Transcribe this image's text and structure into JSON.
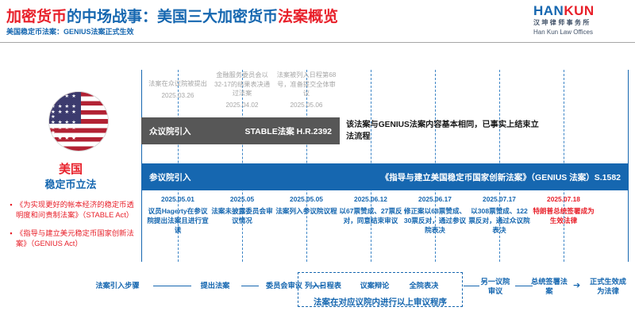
{
  "header": {
    "title_parts": [
      {
        "text": "加密货币",
        "color": "red"
      },
      {
        "text": "的中场战事：美国三大加密货币",
        "color": "blue"
      },
      {
        "text": "法案概览",
        "color": "red"
      }
    ],
    "title_red_1": "加密货币",
    "title_blue_1": "的中场战事：美国三大加密货币",
    "title_red_2": "法案概览",
    "subtitle": "美国稳定币法案：GENIUS法案正式生效",
    "logo": {
      "main_blue": "HAN",
      "main_red": "KUN",
      "cn": "汉坤律师事务所",
      "en": "Han Kun Law Offices"
    }
  },
  "left_panel": {
    "flag_icon": "us-flag-circle-icon",
    "stars": "★★★★★★\n★★★★★\n★★★★★★\n★★★★★\n★★★★★★\n★★★★★\n★★★★★★\n★★★★★\n★★★★★★",
    "country": "美国",
    "country_sub": "稳定币立法",
    "bullets": [
      "《为实现更好的帐本经济的稳定币透明度和问责制法案》（STABLE Act）",
      "《指导与建立美元稳定币国家创新法案》（GENIUS Act）"
    ]
  },
  "timeline": {
    "house": {
      "bar_label": "众议院引入",
      "bar_value": "STABLE法案 H.R.2392",
      "comment": "该法案与GENIUS法案内容基本相同，已事实上结束立法流程",
      "notes": [
        {
          "text": "法案在众议院被提出",
          "date": "2025.03.26"
        },
        {
          "text": "金融服务委员会以32-17的结果表决通过法案",
          "date": "2025.04.02"
        },
        {
          "text": "法案被列入日程第68号，准备提交全体审议",
          "date": "2025.05.06"
        }
      ]
    },
    "senate": {
      "bar_label": "参议院引入",
      "bar_value": "《指导与建立美国稳定币国家创新法案》（GENIUS 法案）S.1582",
      "notes": [
        {
          "date": "2025.05.01",
          "text": "议员Hagerty在参议院提出法案且进行宣读",
          "highlight": false
        },
        {
          "date": "2025.05",
          "text": "法案未披露委员会审议情况",
          "highlight": false
        },
        {
          "date": "2025.05.05",
          "text": "法案列入参议院议程",
          "highlight": false
        },
        {
          "date": "2025.06.12",
          "text": "以67票赞成、27票反对，同意结束审议",
          "highlight": false
        },
        {
          "date": "2025.06.17",
          "text": "修正案以68票赞成、30票反对，通过参议院表决",
          "highlight": false
        },
        {
          "date": "2025.07.17",
          "text": "以308票赞成、122票反对，通过众议院表决",
          "highlight": false
        },
        {
          "date": "2025.07.18",
          "text": "特朗普总统签署成为生效法律",
          "highlight": true
        }
      ]
    }
  },
  "flow": {
    "title": "法案引入步骤",
    "steps": [
      "提出法案",
      "委员会审议",
      "列入日程表",
      "议案辩论",
      "全院表决",
      "另一议院审议",
      "总统签署法案",
      "正式生效成为法律"
    ],
    "box_note": "法案在对应议院内进行以上审议程序"
  }
}
